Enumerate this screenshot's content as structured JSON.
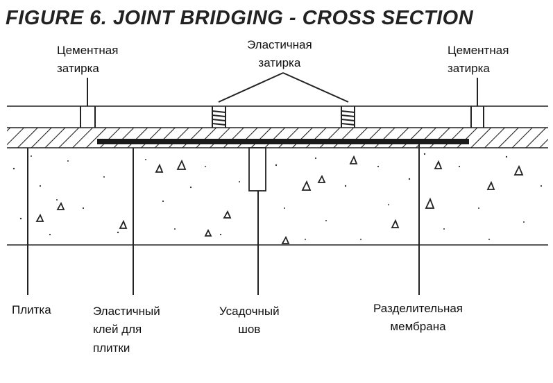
{
  "title": "FIGURE 6. JOINT BRIDGING - CROSS SECTION",
  "labels": {
    "cement_grout_left": [
      "Цементная",
      "затирка"
    ],
    "elastic_grout": [
      "Эластичная",
      "затирка"
    ],
    "cement_grout_right": [
      "Цементная",
      "затирка"
    ],
    "tile": "Плитка",
    "elastic_adhesive": [
      "Эластичный",
      "клей для",
      "плитки"
    ],
    "shrinkage_joint": [
      "Усадочный",
      "шов"
    ],
    "separation_membrane": [
      "Разделительная",
      "мембрана"
    ]
  },
  "colors": {
    "line": "#222222",
    "membrane": "#1a1a1a",
    "background": "#ffffff"
  }
}
